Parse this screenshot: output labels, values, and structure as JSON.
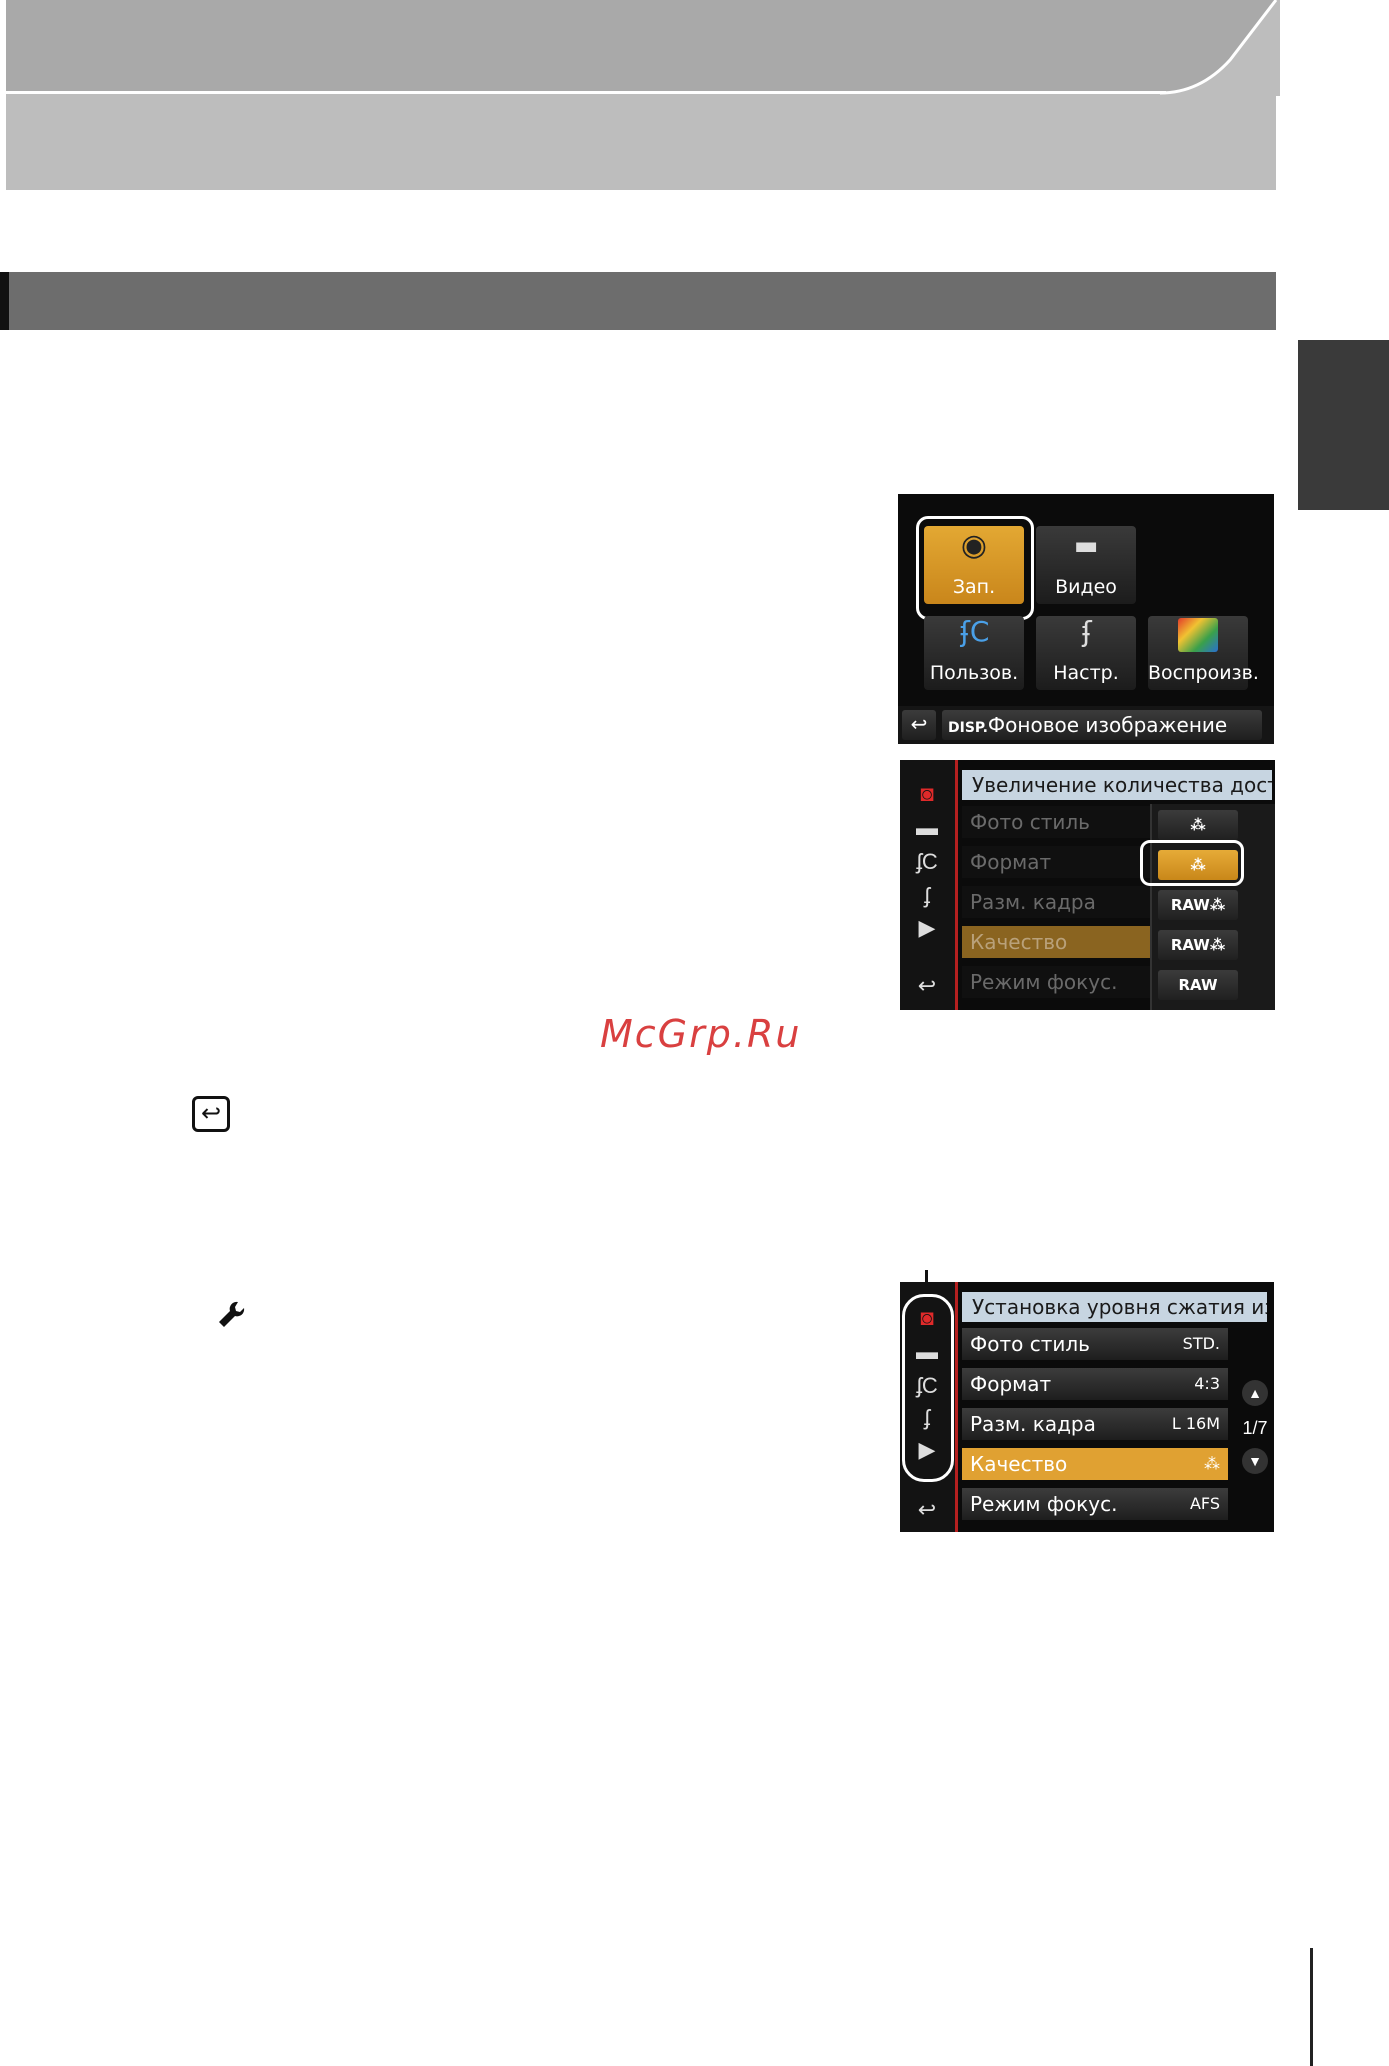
{
  "screen1": {
    "tiles": [
      {
        "label": "Зап.",
        "icon": "camera-icon"
      },
      {
        "label": "Видео",
        "icon": "video-camera-icon"
      },
      {
        "label": "Пользов.",
        "icon": "custom-wrench-icon"
      },
      {
        "label": "Настр.",
        "icon": "wrench-icon"
      },
      {
        "label": "Воспроизв.",
        "icon": "photos-icon"
      }
    ],
    "back_glyph": "↩",
    "disp_label": "DISP.",
    "footer_text": "Фоновое изображение"
  },
  "screen2": {
    "title": "Увеличение количества доступ",
    "rows": [
      {
        "label": "Фото стиль"
      },
      {
        "label": "Формат"
      },
      {
        "label": "Разм. кадра"
      },
      {
        "label": "Качество"
      },
      {
        "label": "Режим фокус."
      }
    ],
    "options": [
      "⁂",
      "⁂",
      "RAW⁂",
      "RAW⁂",
      "RAW"
    ],
    "back_glyph": "↩"
  },
  "watermark": "McGrp.Ru",
  "back_button_glyph": "↩",
  "wrench_glyph": "🔧",
  "screen3": {
    "title": "Установка уровня сжатия изоб",
    "rows": [
      {
        "label": "Фото стиль",
        "value": "STD."
      },
      {
        "label": "Формат",
        "value": "4:3"
      },
      {
        "label": "Разм. кадра",
        "value": "L 16M"
      },
      {
        "label": "Качество",
        "value": "⁂"
      },
      {
        "label": "Режим фокус.",
        "value": "AFS"
      }
    ],
    "page_indicator": "1/7",
    "back_glyph": "↩"
  },
  "colors": {
    "accent": "#e0a132",
    "header_dark": "#a9a9a9",
    "section_bar": "#6d6d6d",
    "side_tab": "#3a3a3a"
  }
}
